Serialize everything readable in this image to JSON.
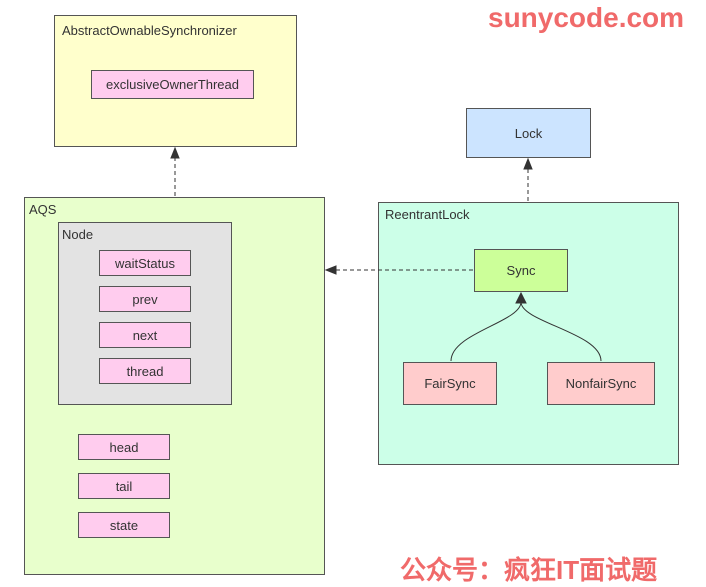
{
  "watermarks": {
    "site": "sunycode.com",
    "wechat": "公众号：疯狂IT面试题"
  },
  "aos": {
    "title": "AbstractOwnableSynchronizer",
    "field": "exclusiveOwnerThread"
  },
  "aqs": {
    "title": "AQS",
    "node": {
      "title": "Node",
      "fields": [
        "waitStatus",
        "prev",
        "next",
        "thread"
      ]
    },
    "fields": [
      "head",
      "tail",
      "state"
    ]
  },
  "lock": {
    "title": "Lock"
  },
  "reentrant_lock": {
    "title": "ReentrantLock",
    "sync": "Sync",
    "fair_sync": "FairSync",
    "nonfair_sync": "NonfairSync"
  },
  "colors": {
    "aos_bg": "#ffffcc",
    "aqs_bg": "#e8ffcc",
    "node_bg": "#e3e3e3",
    "field_bg": "#ffccee",
    "lock_bg": "#cce4ff",
    "reentrant_bg": "#ccffe8",
    "sync_bg": "#ccff99",
    "subclass_bg": "#ffcccc",
    "watermark": "#f06a6a"
  }
}
